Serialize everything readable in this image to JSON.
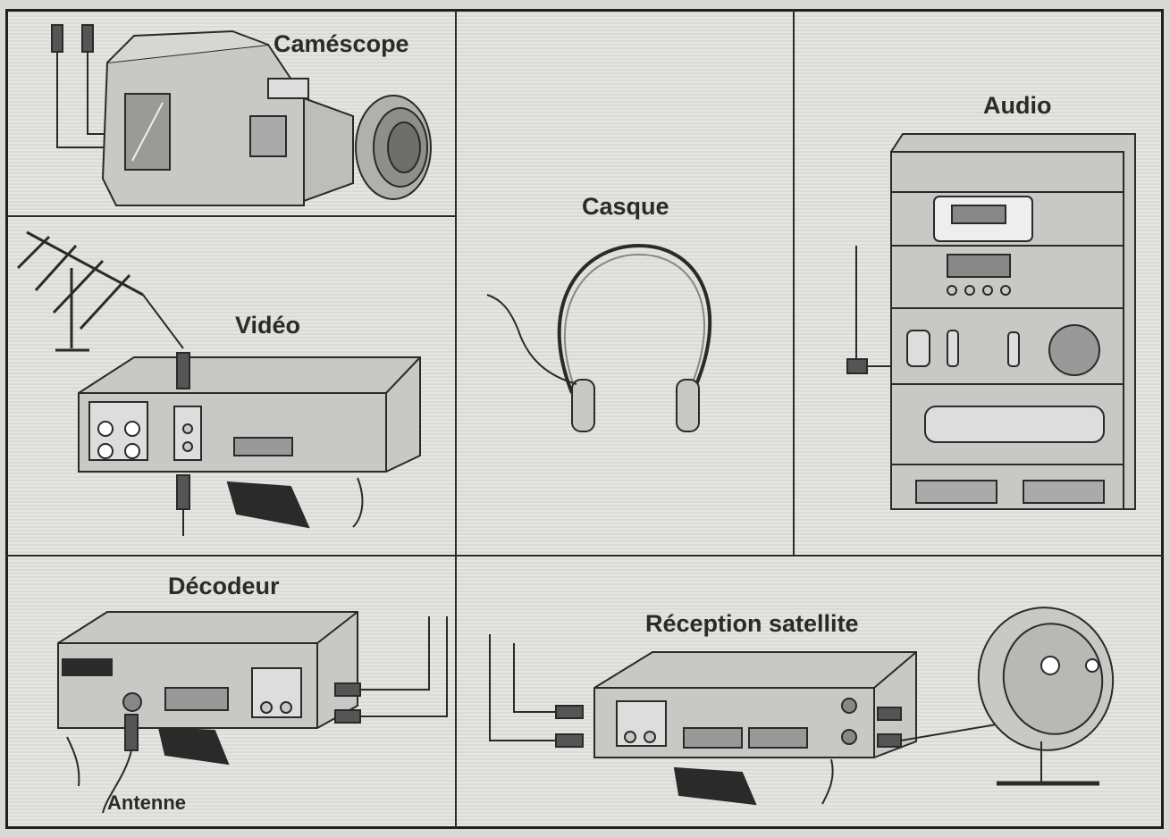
{
  "labels": {
    "camescope": "Caméscope",
    "video": "Vidéo",
    "casque": "Casque",
    "audio": "Audio",
    "decodeur": "Décodeur",
    "reception": "Réception satellite",
    "antenne": "Antenne"
  },
  "colors": {
    "line": "#1f1f1f",
    "device_fill": "#c8c8c4",
    "device_dark": "#8e8e8a",
    "background": "#e3e3e0"
  },
  "icons": [
    "camcorder-icon",
    "vcr-icon",
    "antenna-icon",
    "headphones-icon",
    "stereo-system-icon",
    "decoder-box-icon",
    "satellite-receiver-icon",
    "satellite-dish-icon",
    "cable-plug-icon",
    "scart-plug-icon"
  ]
}
